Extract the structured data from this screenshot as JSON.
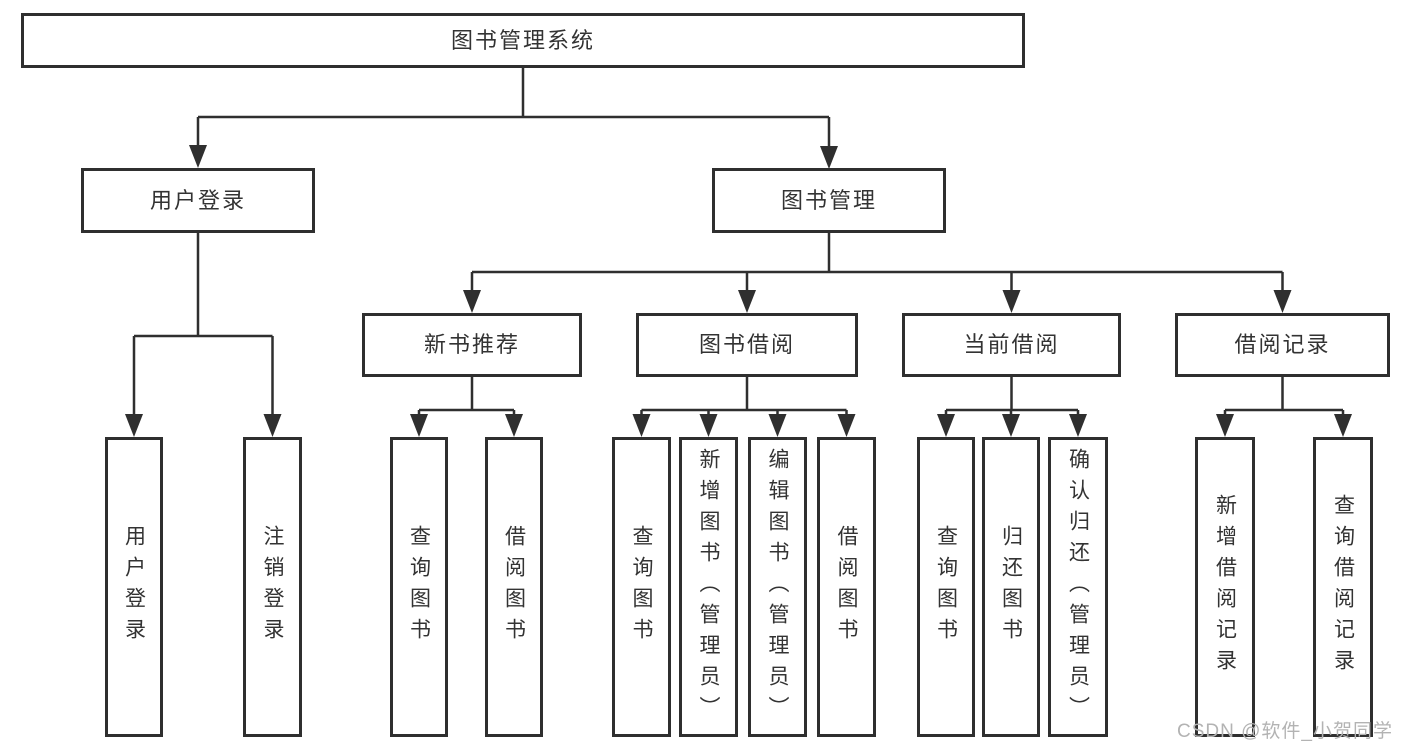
{
  "diagram": {
    "root": {
      "label": "图书管理系统"
    },
    "branches": [
      {
        "label": "用户登录",
        "children": [
          {
            "label": "用户登录"
          },
          {
            "label": "注销登录"
          }
        ]
      },
      {
        "label": "图书管理",
        "children": [
          {
            "label": "新书推荐",
            "children": [
              {
                "label": "查询图书"
              },
              {
                "label": "借阅图书"
              }
            ]
          },
          {
            "label": "图书借阅",
            "children": [
              {
                "label": "查询图书"
              },
              {
                "label": "新增图书（管理员）"
              },
              {
                "label": "编辑图书（管理员）"
              },
              {
                "label": "借阅图书"
              }
            ]
          },
          {
            "label": "当前借阅",
            "children": [
              {
                "label": "查询图书"
              },
              {
                "label": "归还图书"
              },
              {
                "label": "确认归还（管理员）"
              }
            ]
          },
          {
            "label": "借阅记录",
            "children": [
              {
                "label": "新增借阅记录"
              },
              {
                "label": "查询借阅记录"
              }
            ]
          }
        ]
      }
    ]
  },
  "watermark": {
    "text": "CSDN @软件_小贺同学"
  },
  "colors": {
    "line": "#2f2f2f",
    "box_border": "#2f2f2f",
    "text": "#333333",
    "watermark": "#b3b3b3",
    "background": "#ffffff"
  }
}
